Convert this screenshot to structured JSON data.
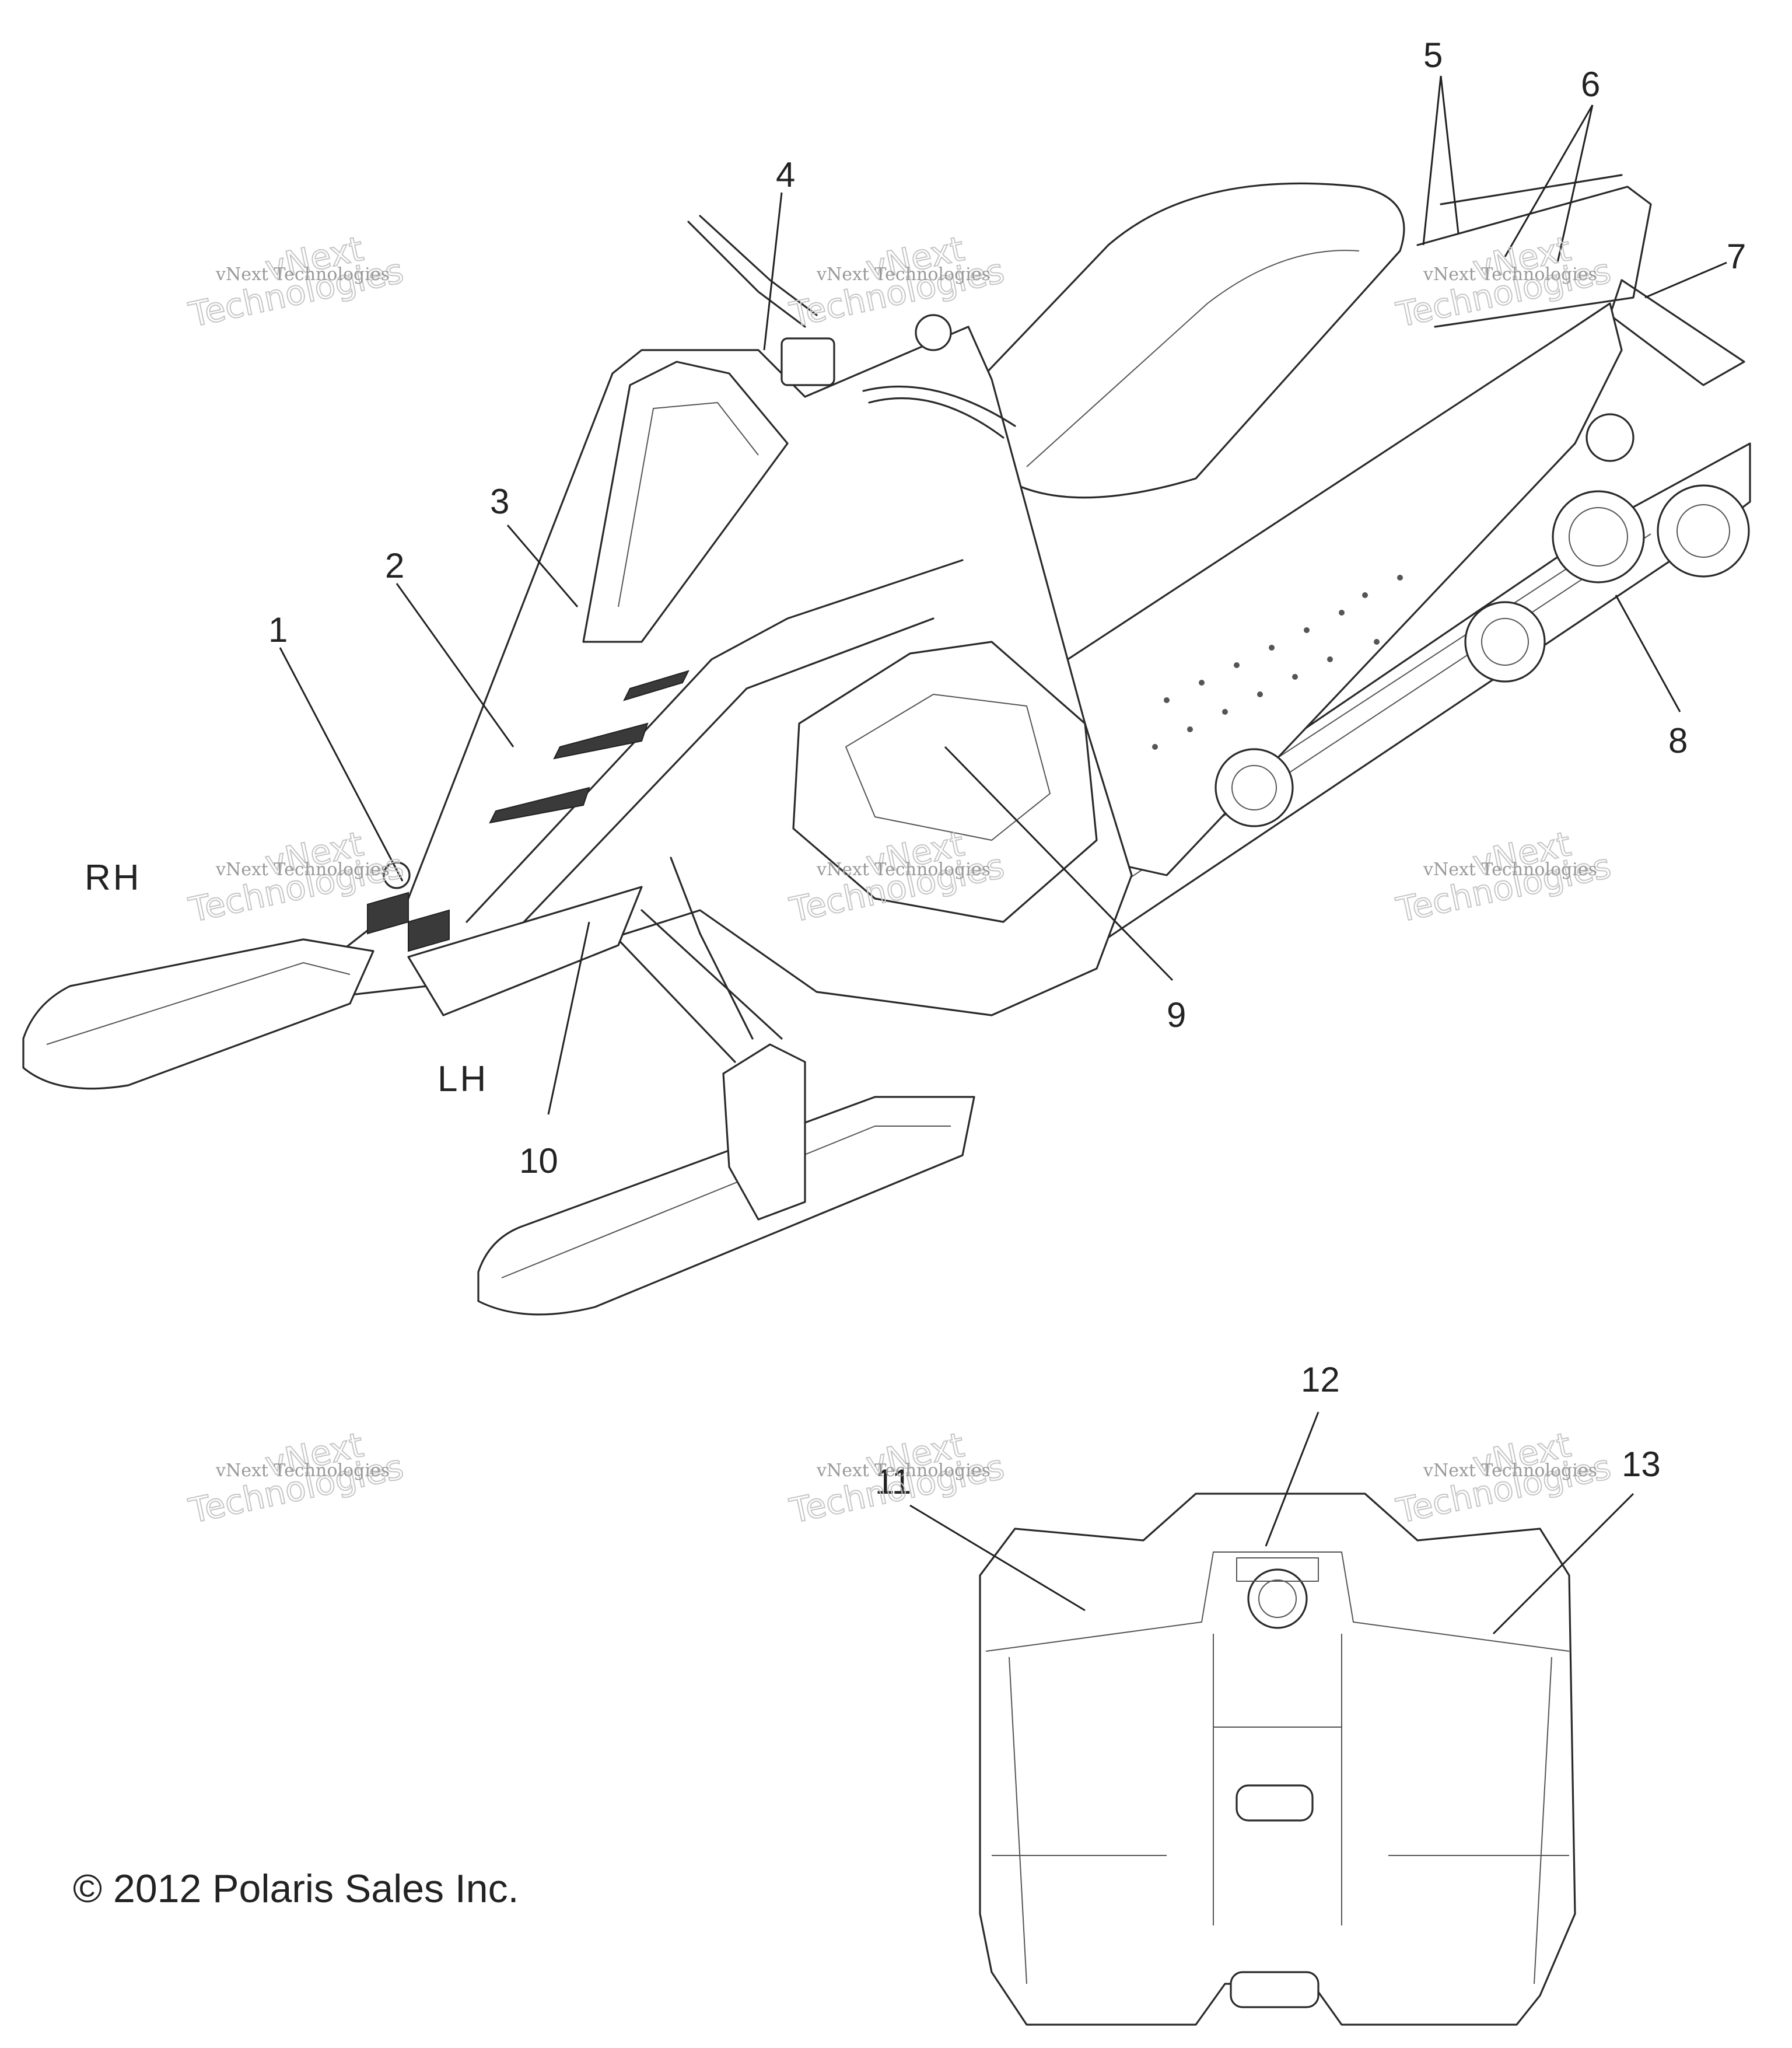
{
  "callouts": [
    "1",
    "2",
    "3",
    "4",
    "5",
    "6",
    "7",
    "8",
    "9",
    "10",
    "11",
    "12",
    "13"
  ],
  "sides": {
    "right": "RH",
    "left": "LH"
  },
  "copyright": "© 2012 Polaris Sales Inc.",
  "watermark": {
    "line1": "vNext",
    "line2": "vNext Technologies",
    "line3": "Technologies"
  }
}
